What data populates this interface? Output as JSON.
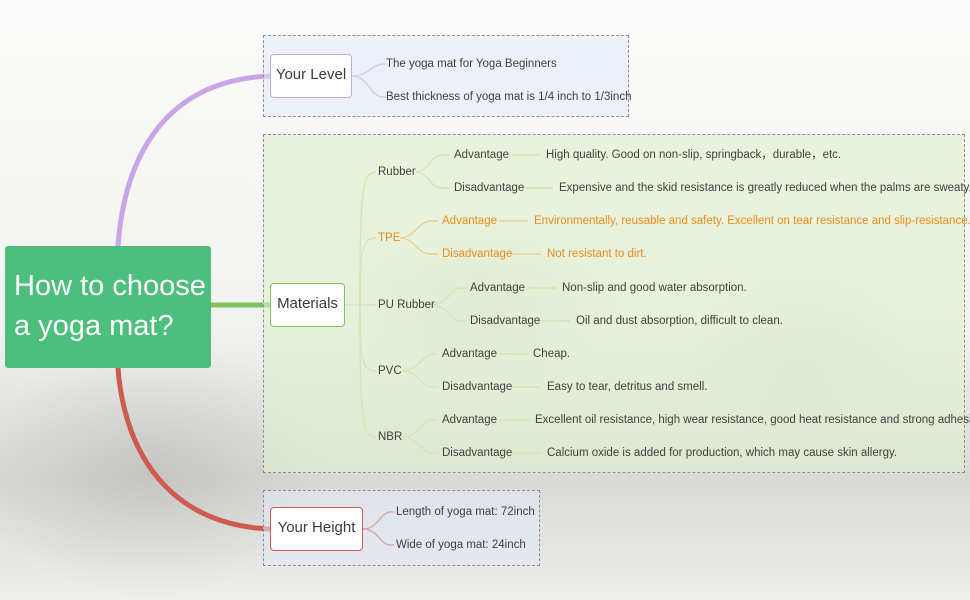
{
  "root": {
    "line1": "How to choose",
    "line2": "a yoga mat?"
  },
  "colors": {
    "root_fill": "#4cbf7c",
    "level_branch": "#c9a4e6",
    "materials_branch": "#7fc25e",
    "height_branch": "#cf5a4e",
    "highlight": "#ef8a19"
  },
  "level": {
    "label": "Your Level",
    "items": [
      "The yoga mat for Yoga Beginners",
      "Best thickness of yoga mat is 1/4 inch to 1/3inch"
    ]
  },
  "materials": {
    "label": "Materials",
    "types": [
      {
        "name": "Rubber",
        "advantage_label": "Advantage",
        "advantage": "High quality. Good on non-slip, springback，durable，etc.",
        "disadvantage_label": "Disadvantage",
        "disadvantage": "Expensive and the skid resistance is greatly reduced when the palms are sweaty."
      },
      {
        "name": "TPE",
        "advantage_label": "Advantage",
        "advantage": "Environmentally, reusable and safety. Excellent on tear resistance and slip-resistance.",
        "disadvantage_label": "Disadvantage",
        "disadvantage": "Not resistant to dirt."
      },
      {
        "name": "PU Rubber",
        "advantage_label": "Advantage",
        "advantage": "Non-slip and good water absorption.",
        "disadvantage_label": "Disadvantage",
        "disadvantage": "Oil and dust absorption, difficult to clean."
      },
      {
        "name": "PVC",
        "advantage_label": "Advantage",
        "advantage": "Cheap.",
        "disadvantage_label": "Disadvantage",
        "disadvantage": "Easy to tear, detritus and smell."
      },
      {
        "name": "NBR",
        "advantage_label": "Advantage",
        "advantage": "Excellent oil resistance, high wear resistance, good heat resistance and strong adhesion.",
        "disadvantage_label": "Disadvantage",
        "disadvantage": "Calcium oxide is added for production, which may cause skin allergy."
      }
    ]
  },
  "height": {
    "label": "Your Height",
    "items": [
      "Length of yoga mat: 72inch",
      "Wide of yoga mat: 24inch"
    ]
  }
}
